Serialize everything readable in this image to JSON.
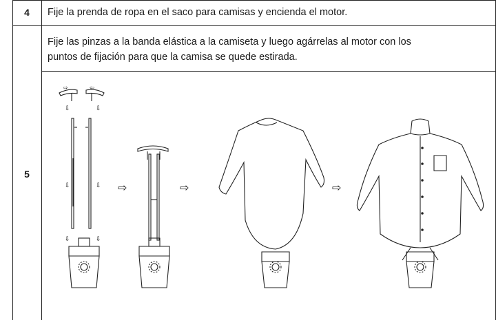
{
  "rows": [
    {
      "step": "4",
      "text": "Fije la prenda de ropa en el saco para camisas y encienda el motor."
    },
    {
      "step": "5",
      "text_line1": "Fije las pinzas a la banda elástica a la camiseta y luego agárrelas al motor con los",
      "text_line2": "puntos de fijación para que la camisa se quede estirada."
    }
  ],
  "illustration": {
    "arrow_glyph": "⇨",
    "panels": [
      "assembly-parts",
      "assembled-stand",
      "stand-with-bag",
      "stand-with-shirt"
    ]
  }
}
